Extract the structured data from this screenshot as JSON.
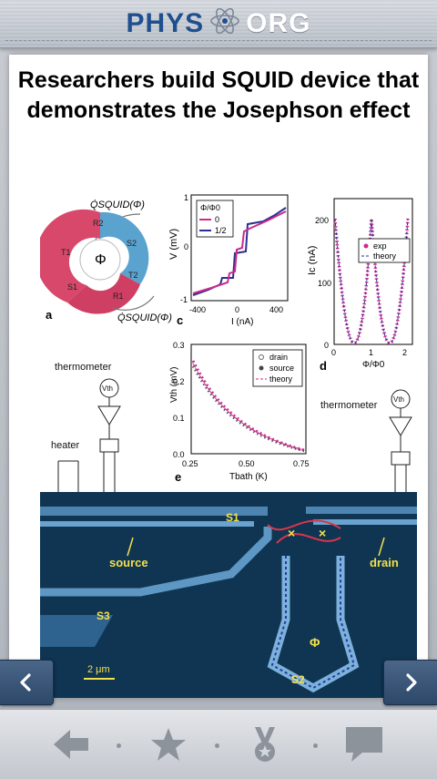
{
  "header": {
    "logo_left": "PHYS",
    "logo_right": "ORG",
    "logo_icon": "atom-icon"
  },
  "article": {
    "title": "Researchers build SQUID device that demonstrates the Josephson effect"
  },
  "figure": {
    "panel_a": {
      "label": "a",
      "q_top": "Q̇SQUID(Φ)",
      "q_bottom": "Q̇SQUID(Φ)",
      "center": "Φ",
      "segments": [
        "R2",
        "S2",
        "T2",
        "R1",
        "S1",
        "T1"
      ]
    },
    "panel_c": {
      "label": "c",
      "ylabel": "V (mV)",
      "xlabel": "I (nA)",
      "yticks": [
        "1",
        "0",
        "-1"
      ],
      "xticks": [
        "-400",
        "0",
        "400"
      ],
      "legend_title": "Φ/Φ0",
      "legend": [
        "0",
        "1/2"
      ]
    },
    "panel_d": {
      "label": "d",
      "ylabel": "Ic (nA)",
      "xlabel": "Φ/Φ0",
      "yticks": [
        "200",
        "100",
        "0"
      ],
      "xticks": [
        "0",
        "1",
        "2"
      ],
      "legend": [
        "exp",
        "theory"
      ]
    },
    "panel_e": {
      "label": "e",
      "ylabel": "Vth (mV)",
      "xlabel": "Tbath (K)",
      "yticks": [
        "0.3",
        "0.2",
        "0.1",
        "0.0"
      ],
      "xticks": [
        "0.25",
        "0.50",
        "0.75"
      ],
      "legend": [
        "drain",
        "source",
        "theory"
      ]
    },
    "circuit": {
      "thermometer_left": "thermometer",
      "thermometer_right": "thermometer",
      "heater": "heater",
      "vth_left": "Vth",
      "vth_right": "Vth"
    },
    "micrograph": {
      "source": "source",
      "drain": "drain",
      "s1": "S1",
      "s2": "S2",
      "s3": "S3",
      "phi": "Φ",
      "scale": "2 μm"
    }
  },
  "toolbar": {
    "items": [
      "back-icon",
      "star-icon",
      "medal-icon",
      "comment-icon"
    ]
  },
  "colors": {
    "brand_blue": "#1f4f8f",
    "nav_blue": "#3a5678",
    "magenta": "#cc2a8e",
    "plot_blue": "#2b2f8f",
    "micrograph_bg": "#0f3552"
  }
}
